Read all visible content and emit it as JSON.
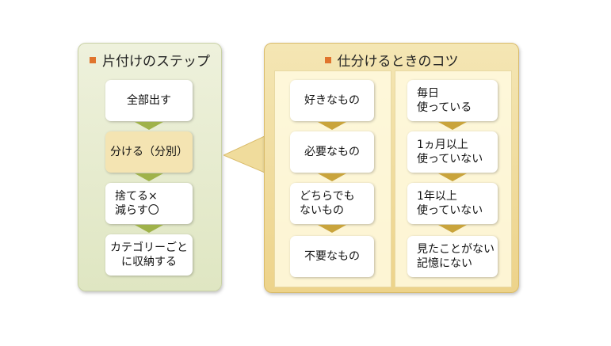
{
  "left_panel": {
    "title": "片付けのステップ",
    "steps": [
      "全部出す",
      "分ける（分別）",
      "捨てる×\n減らす〇",
      "カテゴリーごと\nに収納する"
    ]
  },
  "right_panel": {
    "title": "仕分けるときのコツ",
    "col1": [
      "好きなもの",
      "必要なもの",
      "どちらでも\nないもの",
      "不要なもの"
    ],
    "col2": [
      "毎日\n使っている",
      "1ヵ月以上\n使っていない",
      "1年以上\n使っていない",
      "見たことがない\n記憶にない"
    ]
  },
  "colors": {
    "left_bg": "#dfe6c2",
    "right_bg": "#edd38a",
    "bullet": "#e0742d",
    "highlight": "#f4e4b2"
  }
}
